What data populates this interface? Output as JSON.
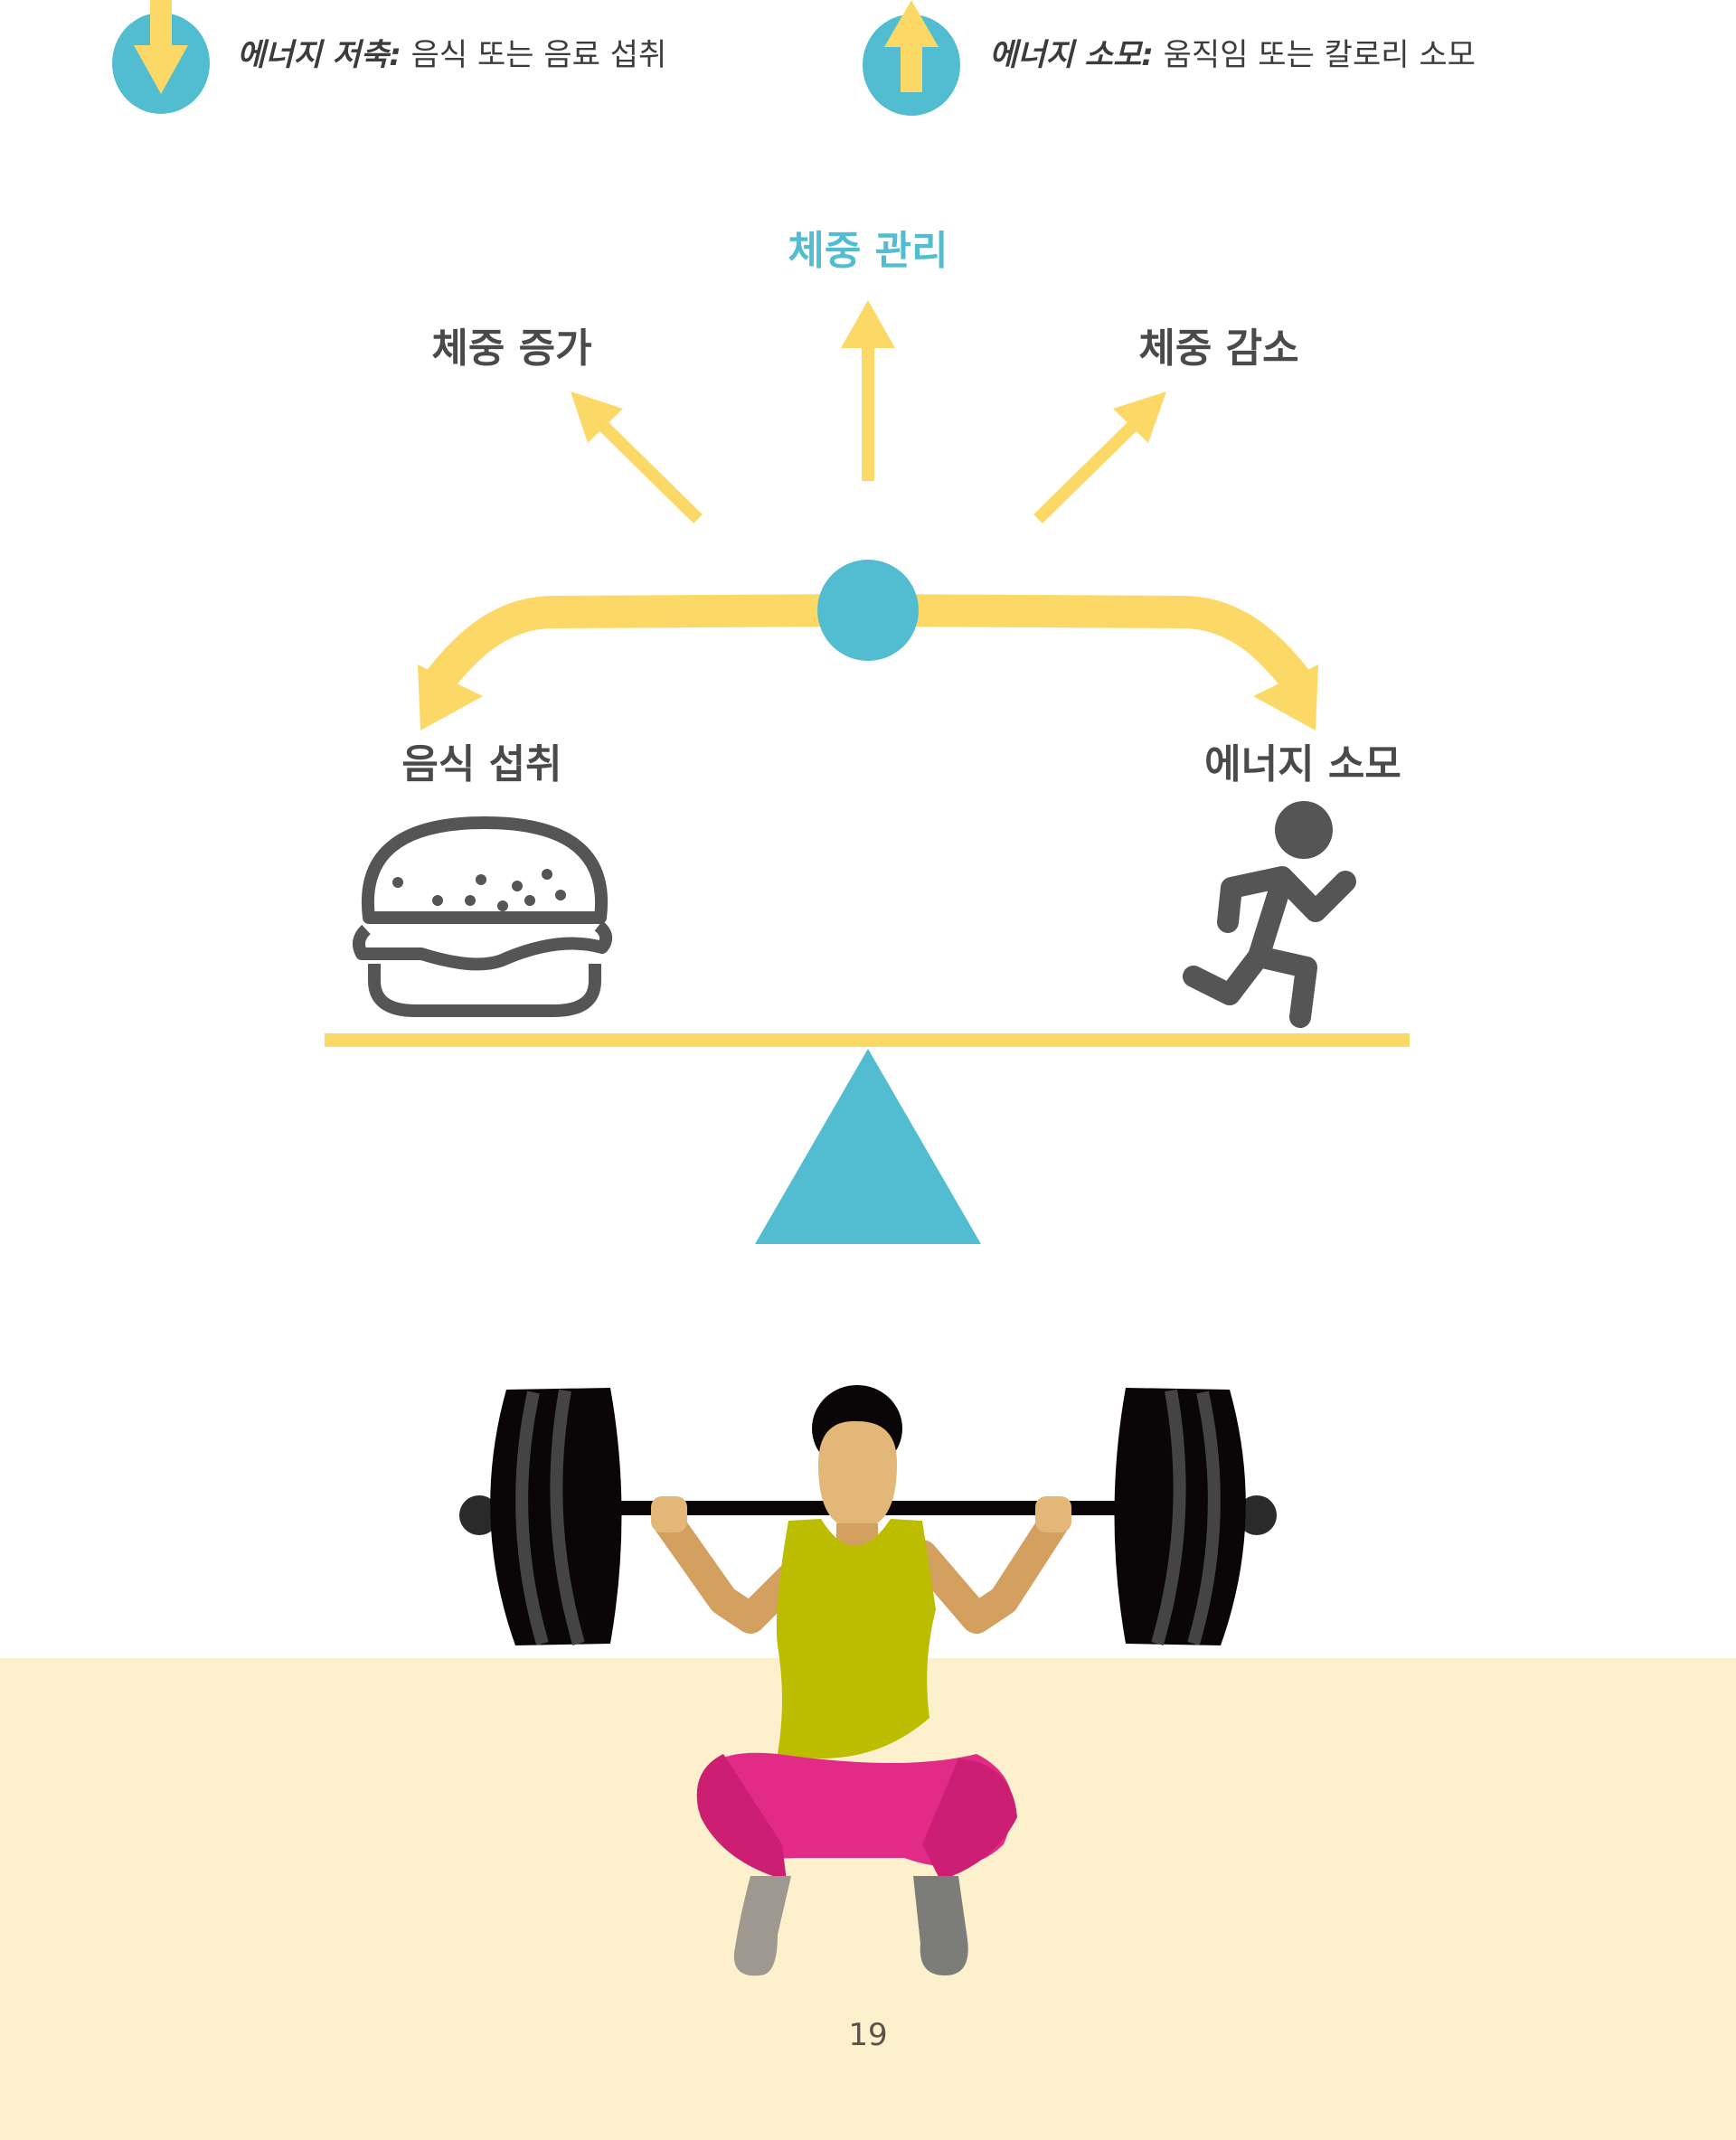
{
  "legend": [
    {
      "term": "에너지 저축:",
      "desc": " 음식 또는 음료 섭취",
      "icon": "down-arrow-icon"
    },
    {
      "term": "에너지 소모:",
      "desc": " 움직임 또는 칼로리 소모",
      "icon": "up-arrow-icon"
    }
  ],
  "diagram": {
    "center_label": "체중 관리",
    "left_label": "체중 증가",
    "right_label": "체중 감소",
    "intake_label": "음식 섭취",
    "expenditure_label": "에너지 소모"
  },
  "page_number": "19",
  "colors": {
    "accent_blue": "#52bdd0",
    "accent_yellow": "#fcd966",
    "text_dark": "#4a4a4a",
    "floor": "#fdf0cd"
  }
}
